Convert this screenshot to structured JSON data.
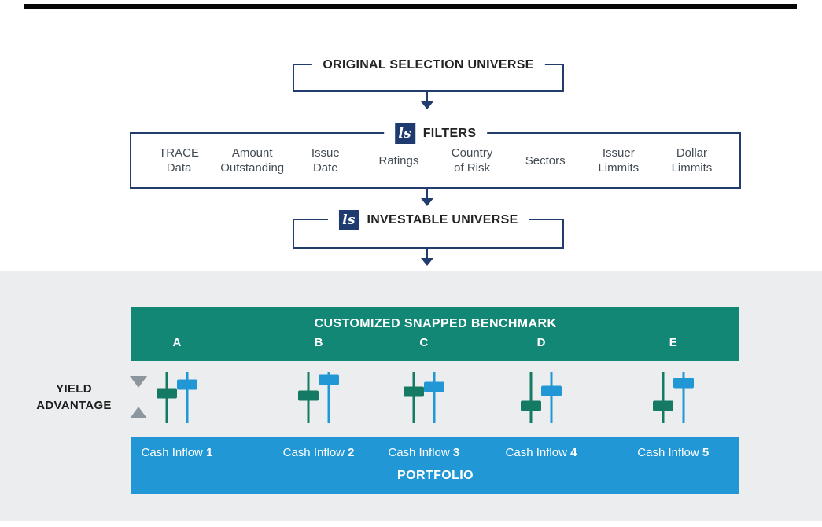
{
  "logo_glyph": "ls",
  "flow": {
    "original_universe_title": "ORIGINAL SELECTION UNIVERSE",
    "investable_universe_title": "INVESTABLE UNIVERSE"
  },
  "filters": {
    "title": "FILTERS",
    "items": [
      {
        "line1": "TRACE",
        "line2": "Data"
      },
      {
        "line1": "Amount",
        "line2": "Outstanding"
      },
      {
        "line1": "Issue",
        "line2": "Date"
      },
      {
        "line1": "Ratings",
        "line2": ""
      },
      {
        "line1": "Country",
        "line2": "of Risk"
      },
      {
        "line1": "Sectors",
        "line2": ""
      },
      {
        "line1": "Issuer",
        "line2": "Limmits"
      },
      {
        "line1": "Dollar",
        "line2": "Limmits"
      }
    ]
  },
  "benchmark": {
    "title": "CUSTOMIZED SNAPPED BENCHMARK",
    "columns": [
      "A",
      "B",
      "C",
      "D",
      "E"
    ]
  },
  "yield_advantage": {
    "line1": "YIELD",
    "line2": "ADVANTAGE"
  },
  "sliders": [
    {
      "column": "A",
      "green_top": "41%",
      "blue_top": "25%"
    },
    {
      "column": "B",
      "green_top": "46%",
      "blue_top": "15%"
    },
    {
      "column": "C",
      "green_top": "38%",
      "blue_top": "29%"
    },
    {
      "column": "D",
      "green_top": "66%",
      "blue_top": "37%"
    },
    {
      "column": "E",
      "green_top": "66%",
      "blue_top": "21%"
    }
  ],
  "portfolio": {
    "title": "PORTFOLIO",
    "cash_inflows": [
      {
        "label": "Cash Inflow",
        "number": "1"
      },
      {
        "label": "Cash Inflow",
        "number": "2"
      },
      {
        "label": "Cash Inflow",
        "number": "3"
      },
      {
        "label": "Cash Inflow",
        "number": "4"
      },
      {
        "label": "Cash Inflow",
        "number": "5"
      }
    ]
  },
  "colors": {
    "navy": "#223c6d",
    "green": "#128775",
    "green_handle": "#157a63",
    "blue": "#2197d5",
    "panel_gray": "#ebedee",
    "triangle_gray": "#8d969c",
    "title_text": "#232323",
    "filter_text": "#424b54"
  }
}
